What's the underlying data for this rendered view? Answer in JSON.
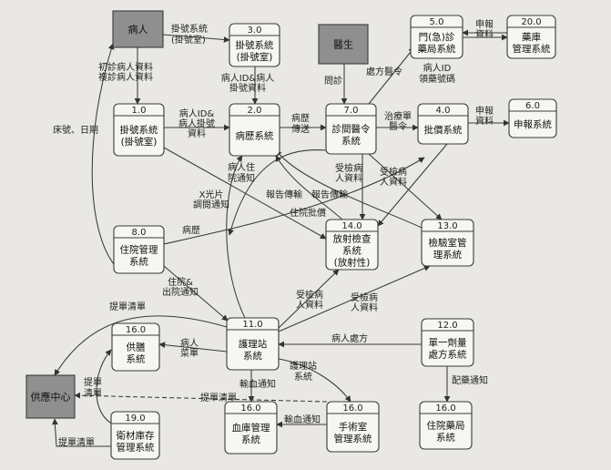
{
  "externals": {
    "patient": "病人",
    "doctor": "醫生",
    "supply_center": "供應中心"
  },
  "processes": {
    "p1": {
      "num": "1.0",
      "name": [
        "掛號系統",
        "(掛號室)"
      ]
    },
    "p2": {
      "num": "2.0",
      "name": [
        "病歷系統"
      ]
    },
    "p3": {
      "num": "3.0",
      "name": [
        "掛號系統",
        "(掛號室)"
      ]
    },
    "p4": {
      "num": "4.0",
      "name": [
        "批價系統"
      ]
    },
    "p5": {
      "num": "5.0",
      "name": [
        "門(急)診",
        "藥局系統"
      ]
    },
    "p6": {
      "num": "6.0",
      "name": [
        "申報系統"
      ]
    },
    "p7": {
      "num": "7.0",
      "name": [
        "診間醫令",
        "系統"
      ]
    },
    "p8": {
      "num": "8.0",
      "name": [
        "住院管理",
        "系統"
      ]
    },
    "p11": {
      "num": "11.0",
      "name": [
        "護理站",
        "系統"
      ]
    },
    "p12": {
      "num": "12.0",
      "name": [
        "單一劑量",
        "處方系統"
      ]
    },
    "p13": {
      "num": "13.0",
      "name": [
        "檢驗室管",
        "理系統"
      ]
    },
    "p14": {
      "num": "14.0",
      "name": [
        "放射檢查",
        "系統",
        "(放射性)"
      ]
    },
    "p16a": {
      "num": "16.0",
      "name": [
        "供膳",
        "系統"
      ]
    },
    "p16b": {
      "num": "16.0",
      "name": [
        "血庫管理",
        "系統"
      ]
    },
    "p16c": {
      "num": "16.0",
      "name": [
        "手術室",
        "管理系統"
      ]
    },
    "p16d": {
      "num": "16.0",
      "name": [
        "住院藥局",
        "系統"
      ]
    },
    "p19": {
      "num": "19.0",
      "name": [
        "衛材庫存",
        "管理系統"
      ]
    },
    "p20": {
      "num": "20.0",
      "name": [
        "藥庫",
        "管理系統"
      ]
    }
  },
  "flows": {
    "f_patient_p3": [
      "掛號系統",
      "(掛號室)"
    ],
    "f_patient_p1": [
      "初診病人資料",
      "複診病人資料"
    ],
    "f_p1_p2": [
      "病人ID&",
      "病人掛號",
      "資料"
    ],
    "f_p3_p2": [
      "病人ID&病人",
      "掛號資料"
    ],
    "f_bed_date": [
      "床號、日期"
    ],
    "f_p2_p7": [
      "病歷",
      "傳送"
    ],
    "f_doctor_p7": [
      "問診"
    ],
    "f_p7_p5": [
      "處方醫令"
    ],
    "f_patient_id_rx": [
      "病人ID",
      "領藥號碼"
    ],
    "f_p5_p20": [
      "申報",
      "資料"
    ],
    "f_p7_p4": [
      "治療單",
      "醫令"
    ],
    "f_p4_p6": [
      "申報",
      "資料"
    ],
    "f_admission_notice": [
      "病人住",
      "院通知"
    ],
    "f_report_1": [
      "報告傳輸"
    ],
    "f_report_2": [
      "報告傳輸"
    ],
    "f_p7_p14": [
      "受檢病",
      "人資料"
    ],
    "f_p4_p13": [
      "受檢病",
      "人資料"
    ],
    "f_xray": [
      "X光片",
      "調閱通知"
    ],
    "f_inpatient_billing": [
      "住院批價"
    ],
    "f_medical_record": [
      "病歷"
    ],
    "f_p8_p11": [
      "住院&",
      "出院通知"
    ],
    "f_p11_p14": [
      "受檢病",
      "人資料"
    ],
    "f_p11_p13": [
      "受檢病",
      "人資料"
    ],
    "f_requisition_1": [
      "提單清單"
    ],
    "f_requisition_2": [
      "提單",
      "清單"
    ],
    "f_requisition_3": [
      "提單清單"
    ],
    "f_requisition_4": [
      "提單清單"
    ],
    "f_patient_menu": [
      "病人",
      "菜單"
    ],
    "f_patient_rx": [
      "病人處方"
    ],
    "f_dispense_notice": [
      "配藥通知"
    ],
    "f_transfusion_1": [
      "輸血通知"
    ],
    "f_transfusion_2": [
      "輸血通知"
    ],
    "f_nursing_system": [
      "護理站",
      "系統"
    ]
  }
}
